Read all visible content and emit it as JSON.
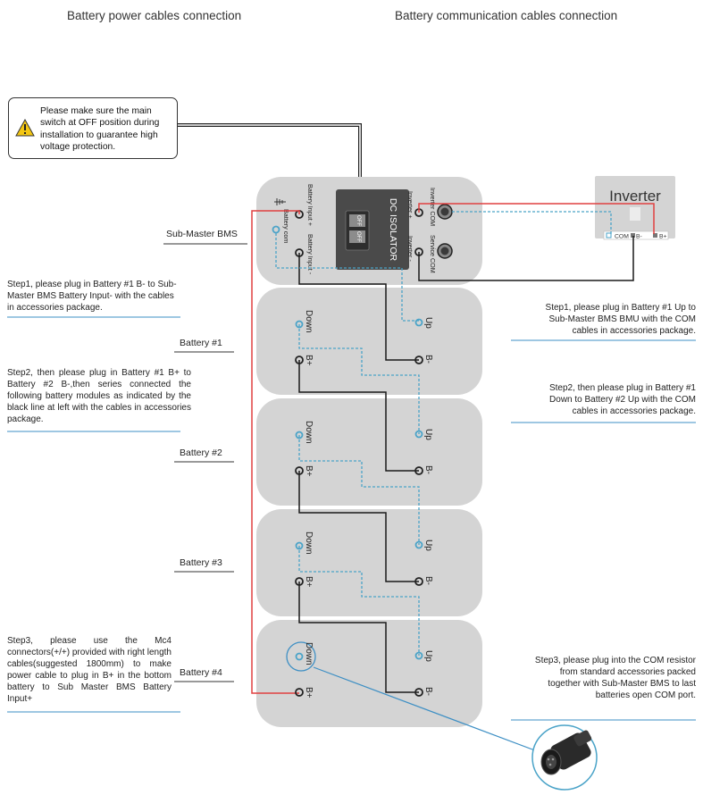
{
  "headers": {
    "power": "Battery power cables connection",
    "comm": "Battery communication cables connection"
  },
  "warning": {
    "text": "Please make sure the main switch at OFF position during installation to guarantee high voltage protection.",
    "icon": "warning-triangle-icon"
  },
  "bms": {
    "label": "Sub-Master BMS",
    "isolator": "DC ISOLATOR",
    "switch_off": "OFF",
    "battery_input_pos": "Battery Input +",
    "battery_input_neg": "Battery Input -",
    "battery_com": "Battery com",
    "inverter_com": "Inverter COM",
    "service_com": "Service COM",
    "inverter_pos": "Inverter +",
    "inverter_neg": "Inverter -"
  },
  "inverter": {
    "title": "Inverter",
    "com": "COM",
    "neg": "B-",
    "pos": "B+"
  },
  "battery_labels": [
    "Battery #1",
    "Battery #2",
    "Battery #3",
    "Battery #4"
  ],
  "port_labels": {
    "down": "Down",
    "up": "Up",
    "bpos": "B+",
    "bneg": "B-"
  },
  "left_steps": [
    "Step1, please plug in Battery #1 B- to Sub-Master BMS Battery Input- with the cables in accessories package.",
    "Step2, then please plug in Battery #1 B+ to Battery #2 B-,then series connected the following battery modules as indicated by the black line at left with the cables in accessories package.",
    "Step3, please use the Mc4 connectors(+/+) provided with right length cables(suggested 1800mm) to make power cable to plug in B+ in the bottom battery to Sub Master BMS Battery Input+"
  ],
  "right_steps": [
    "Step1, please plug in Battery #1 Up to Sub-Master BMS BMU with the COM cables in accessories package.",
    "Step2, then please plug in Battery #1 Down to Battery #2 Up with the COM cables in accessories package.",
    "Step3, please plug into the COM resistor from standard accessories packed together with Sub-Master BMS to last batteries open COM port."
  ],
  "colors": {
    "module": "#d4d4d4",
    "power_cable": "#1a1a1a",
    "positive_cable": "#e04040",
    "comm_cable": "#4aa3c8",
    "pointer_line": "#3d8fc4",
    "isolator": "#4a4a4a"
  }
}
